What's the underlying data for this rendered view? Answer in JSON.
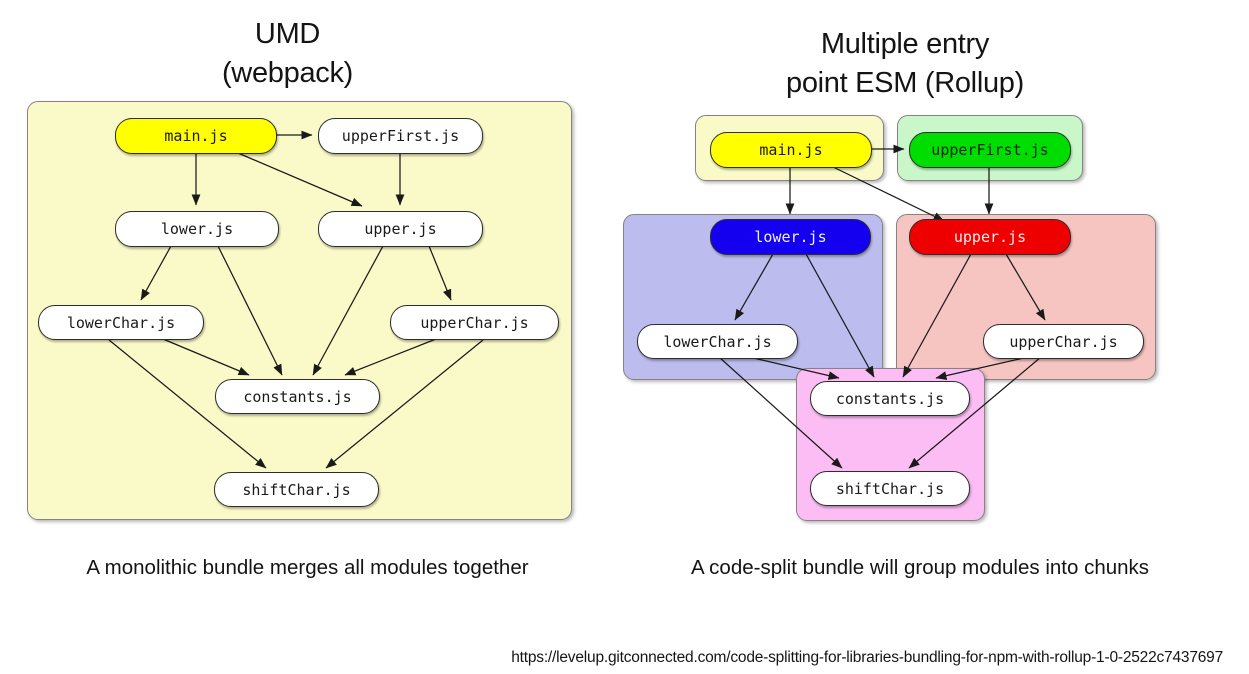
{
  "left_panel": {
    "title": [
      "UMD",
      "(webpack)"
    ],
    "caption": "A monolithic bundle merges all modules together",
    "bundle_fill": "#fafac9",
    "nodes": {
      "main": "main.js",
      "upper_first": "upperFirst.js",
      "lower": "lower.js",
      "upper": "upper.js",
      "lower_char": "lowerChar.js",
      "upper_char": "upperChar.js",
      "constants": "constants.js",
      "shift_char": "shiftChar.js"
    },
    "node_colors": {
      "main": "#ffff00",
      "default": "#ffffff"
    },
    "edges": [
      {
        "from": "main.js",
        "to": "upperFirst.js"
      },
      {
        "from": "main.js",
        "to": "lower.js"
      },
      {
        "from": "main.js",
        "to": "upper.js"
      },
      {
        "from": "upperFirst.js",
        "to": "upper.js"
      },
      {
        "from": "lower.js",
        "to": "lowerChar.js"
      },
      {
        "from": "lower.js",
        "to": "constants.js"
      },
      {
        "from": "upper.js",
        "to": "constants.js"
      },
      {
        "from": "upper.js",
        "to": "upperChar.js"
      },
      {
        "from": "lowerChar.js",
        "to": "constants.js"
      },
      {
        "from": "upperChar.js",
        "to": "constants.js"
      },
      {
        "from": "lowerChar.js",
        "to": "shiftChar.js"
      },
      {
        "from": "upperChar.js",
        "to": "shiftChar.js"
      }
    ]
  },
  "right_panel": {
    "title": [
      "Multiple entry",
      "point ESM (Rollup)"
    ],
    "caption": "A code-split bundle will group modules into chunks",
    "chunks": [
      {
        "name": "main-chunk",
        "fill": "#fafac9",
        "modules": [
          "main.js"
        ]
      },
      {
        "name": "upperFirst-chunk",
        "fill": "#caf7ca",
        "modules": [
          "upperFirst.js"
        ]
      },
      {
        "name": "lower-chunk",
        "fill": "#bcbcee",
        "modules": [
          "lower.js",
          "lowerChar.js"
        ]
      },
      {
        "name": "upper-chunk",
        "fill": "#f6c5c2",
        "modules": [
          "upper.js",
          "upperChar.js"
        ]
      },
      {
        "name": "shared-chunk",
        "fill": "#fbbdf4",
        "modules": [
          "constants.js",
          "shiftChar.js"
        ]
      }
    ],
    "nodes": {
      "main": "main.js",
      "upper_first": "upperFirst.js",
      "lower": "lower.js",
      "upper": "upper.js",
      "lower_char": "lowerChar.js",
      "upper_char": "upperChar.js",
      "constants": "constants.js",
      "shift_char": "shiftChar.js"
    },
    "node_colors": {
      "main": "#ffff00",
      "upper_first": "#00dd00",
      "lower": "#1400ee",
      "upper": "#ee0000",
      "default": "#ffffff"
    },
    "edges": [
      {
        "from": "main.js",
        "to": "upperFirst.js"
      },
      {
        "from": "main.js",
        "to": "lower.js"
      },
      {
        "from": "main.js",
        "to": "upper.js"
      },
      {
        "from": "upperFirst.js",
        "to": "upper.js"
      },
      {
        "from": "lower.js",
        "to": "lowerChar.js"
      },
      {
        "from": "lower.js",
        "to": "constants.js"
      },
      {
        "from": "upper.js",
        "to": "constants.js"
      },
      {
        "from": "upper.js",
        "to": "upperChar.js"
      },
      {
        "from": "lowerChar.js",
        "to": "constants.js"
      },
      {
        "from": "upperChar.js",
        "to": "constants.js"
      },
      {
        "from": "lowerChar.js",
        "to": "shiftChar.js"
      },
      {
        "from": "upperChar.js",
        "to": "shiftChar.js"
      }
    ]
  },
  "footer": {
    "source_url": "https://levelup.gitconnected.com/code-splitting-for-libraries-bundling-for-npm-with-rollup-1-0-2522c7437697"
  },
  "edge_color": "#1a1a1a"
}
